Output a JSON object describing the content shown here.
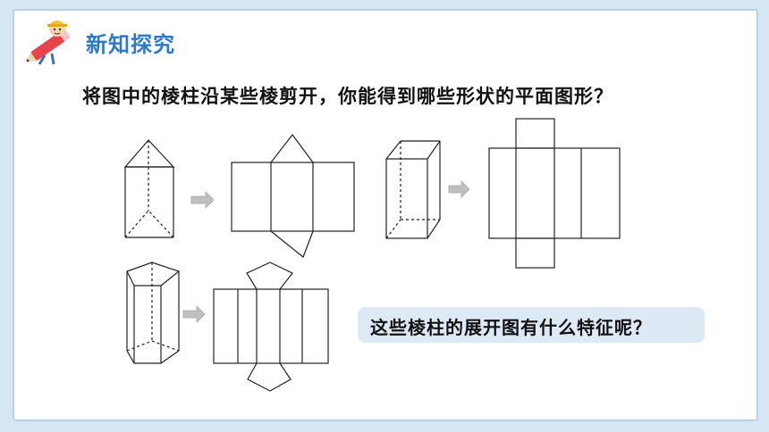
{
  "header": {
    "title": "新知探究",
    "mascot_icon": "pencil-mascot-icon",
    "accent_color": "#2f78c4"
  },
  "question": "将图中的棱柱沿某些棱剪开，你能得到哪些形状的平面图形？",
  "callout": "这些棱柱的展开图有什么特征呢？",
  "figures": [
    {
      "solid": "triangular-prism",
      "net": "triangular-prism-net"
    },
    {
      "solid": "rectangular-prism",
      "net": "rectangular-prism-net"
    },
    {
      "solid": "pentagonal-prism",
      "net": "pentagonal-prism-net"
    }
  ],
  "colors": {
    "background": "#d6e6f2",
    "callout_bg": "#dde9f5",
    "arrow": "#bfbfbf"
  }
}
